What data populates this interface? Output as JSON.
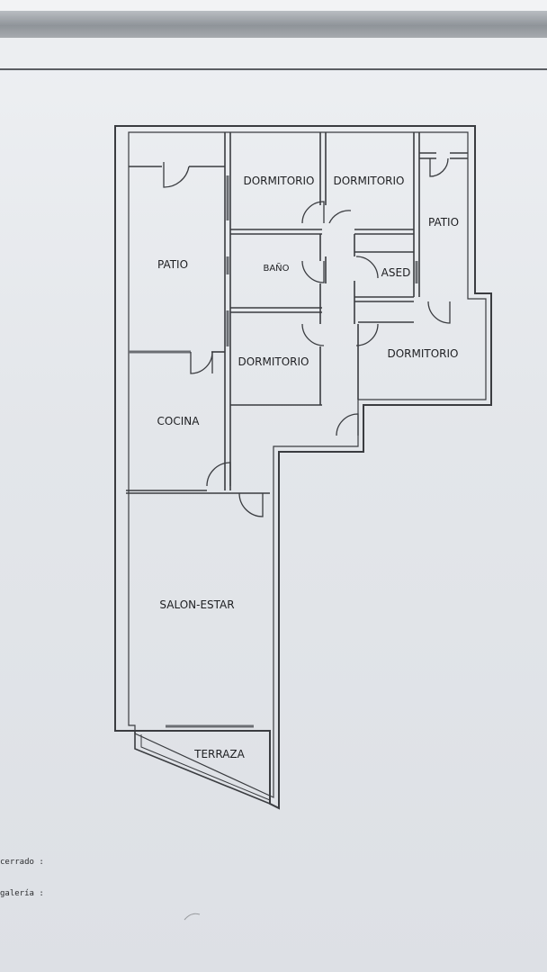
{
  "rooms": {
    "dormitorio_1": "DORMITORIO",
    "dormitorio_2": "DORMITORIO",
    "dormitorio_3": "DORMITORIO",
    "dormitorio_4": "DORMITORIO",
    "patio_1": "PATIO",
    "patio_2": "PATIO",
    "bano": "BAÑO",
    "ased": "ASED",
    "cocina": "COCINA",
    "salon_estar": "SALON-ESTAR",
    "terraza": "TERRAZA"
  },
  "legend": {
    "line_1": "cerrado :",
    "line_2": "galería :"
  },
  "colors": {
    "wall": "#3a3c40",
    "paper": "#e4e7ec",
    "binder": "#8f9499"
  }
}
